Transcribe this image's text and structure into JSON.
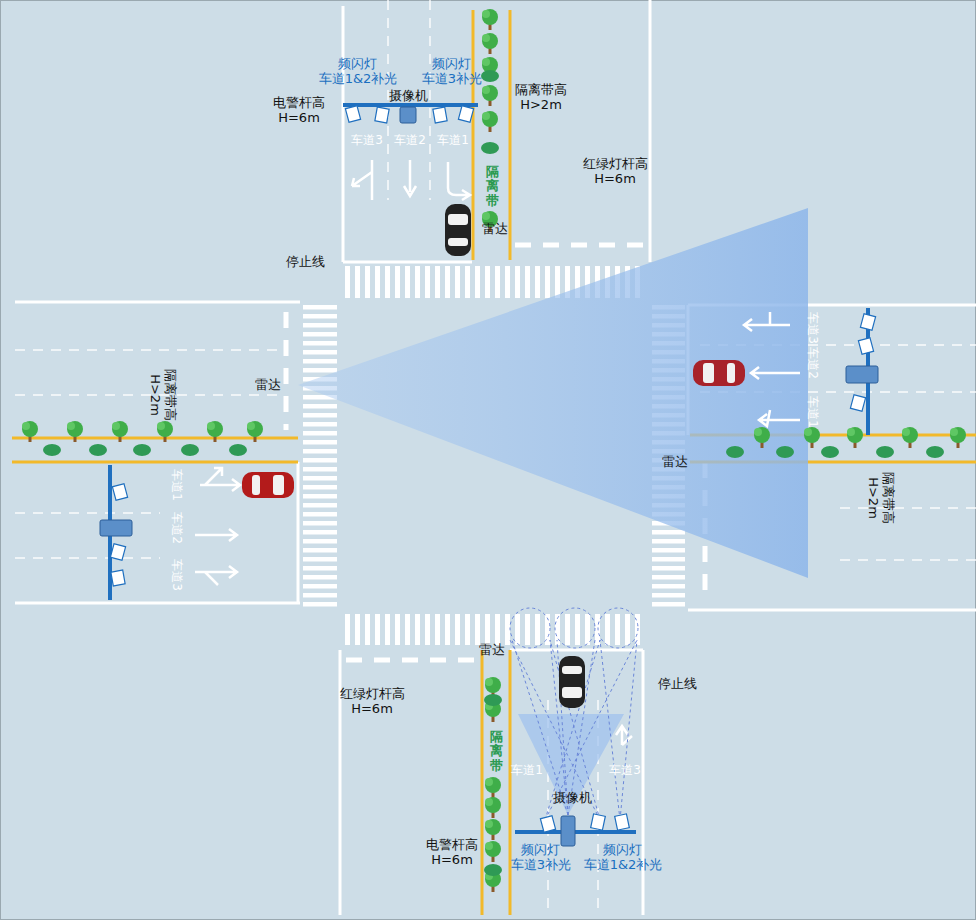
{
  "diagram": {
    "labels": [
      "频闪灯 车道1&2补光",
      "频闪灯 车道3补光",
      "电警杆高 H=6m",
      "摄像机",
      "隔离带高 H>2m",
      "车道3",
      "车道2",
      "车道1",
      "隔离带",
      "红绿灯杆高 H=6m",
      "雷达",
      "停止线",
      "隔离带高 H>2m",
      "雷达",
      "车道1",
      "车道2",
      "车道3",
      "车道3",
      "车道2",
      "车道1",
      "雷达",
      "隔离带高 H>2m",
      "雷达",
      "红绿灯杆高 H=6m",
      "停止线",
      "隔离带",
      "车道1",
      "车道3",
      "摄像机",
      "电警杆高 H=6m",
      "频闪灯 车道3补光",
      "频闪灯 车道1&2补光"
    ]
  }
}
